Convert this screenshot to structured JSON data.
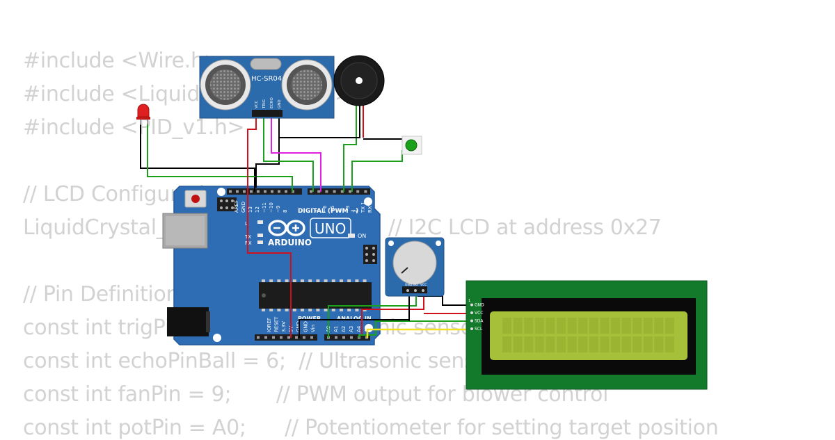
{
  "code_lines": [
    "#include <Wire.h>",
    "#include <LiquidCrystal_I2C.h>",
    "#include <PID_v1.h>",
    "",
    "// LCD Configuration",
    "LiquidCrystal_I2C lcd(0x27, 16, 2);  // I2C LCD at address 0x27",
    "",
    "// Pin Definitions",
    "const int trigPinBall = 7;  // Ultrasonic sensor",
    "const int echoPinBall = 6;  // Ultrasonic sensor",
    "const int fanPin = 9;       // PWM output for blower control",
    "const int potPin = A0;      // Potentiometer for setting target position"
  ],
  "sensor": {
    "label": "HC-SR04",
    "pins": [
      "VCC",
      "TRIG",
      "ECHO",
      "GND"
    ]
  },
  "arduino": {
    "logo_text": "ARDUINO",
    "model": "UNO",
    "on_label": "ON",
    "tx_label": "TX",
    "rx_label": "RX",
    "l_label": "L",
    "digital_label": "DIGITAL (PWM ~)",
    "digital_pins": [
      "AREF",
      "GND",
      "13",
      "12",
      "~11",
      "~10",
      "~9",
      "8",
      "7",
      "~6",
      "~5",
      "4",
      "~3",
      "2",
      "TX 1",
      "RX 0"
    ],
    "power_label": "POWER",
    "analog_label": "ANALOG IN",
    "power_pins": [
      "IOREF",
      "RESET",
      "3.3V",
      "5V",
      "GND",
      "GND",
      "Vin"
    ],
    "analog_pins": [
      "A0",
      "A1",
      "A2",
      "A3",
      "A4",
      "A5"
    ]
  },
  "potentiometer": {
    "pins": [
      "GND",
      "SIG",
      "VCC"
    ]
  },
  "lcd": {
    "pin_number": "1",
    "pins": [
      "GND",
      "VCC",
      "SDA",
      "SCL"
    ]
  },
  "colors": {
    "code_text": "#d2d2d2",
    "board": "#2e6db4",
    "lcd_pcb": "#137a2c",
    "lcd_screen": "#a6c03a",
    "wire_black": "#000000",
    "wire_red": "#d0101a",
    "wire_green": "#1aa01a",
    "wire_magenta": "#e020e0",
    "wire_yellow": "#f0e020",
    "led": "#e02020"
  }
}
